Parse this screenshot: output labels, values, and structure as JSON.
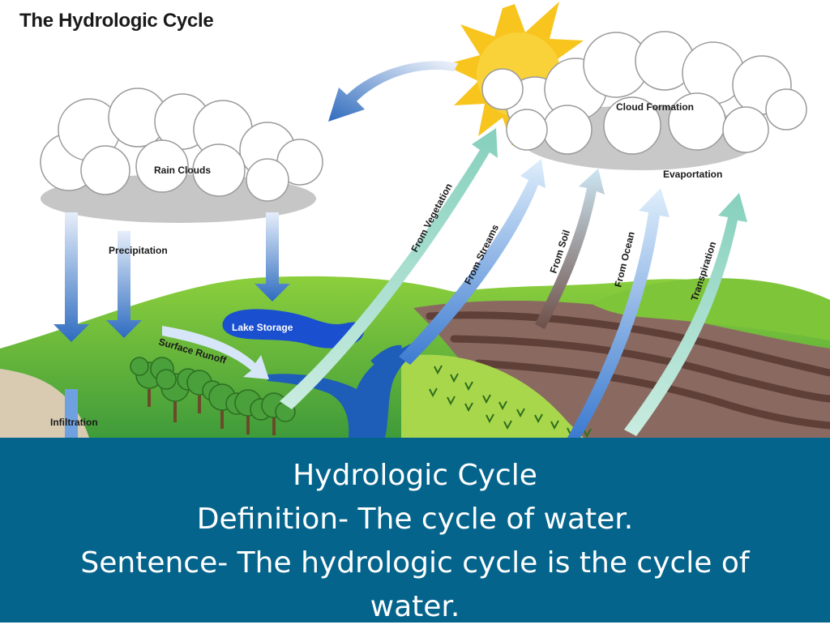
{
  "diagram": {
    "title": "The Hydrologic Cycle",
    "labels": {
      "rain_clouds": "Rain Clouds",
      "precipitation": "Precipitation",
      "lake_storage": "Lake Storage",
      "surface_runoff": "Surface Runoff",
      "infiltration": "Infiltration",
      "cloud_formation": "Cloud Formation",
      "evaporation": "Evaportation",
      "from_vegetation": "From Vegetation",
      "from_streams": "From Streams",
      "from_soil": "From Soil",
      "from_ocean": "From Ocean",
      "transpiration": "Transpiration"
    }
  },
  "caption": {
    "line1": "Hydrologic Cycle",
    "line2": "Definition- The cycle of water.",
    "line3": "Sentence- The hydrologic cycle is the cycle of",
    "line4": "water."
  },
  "colors": {
    "caption_band": "#05648c",
    "sun": "#f7c51e",
    "cloud": "#c9c9c9",
    "water": "#1f5fb5",
    "grass": "#7fc23c"
  }
}
